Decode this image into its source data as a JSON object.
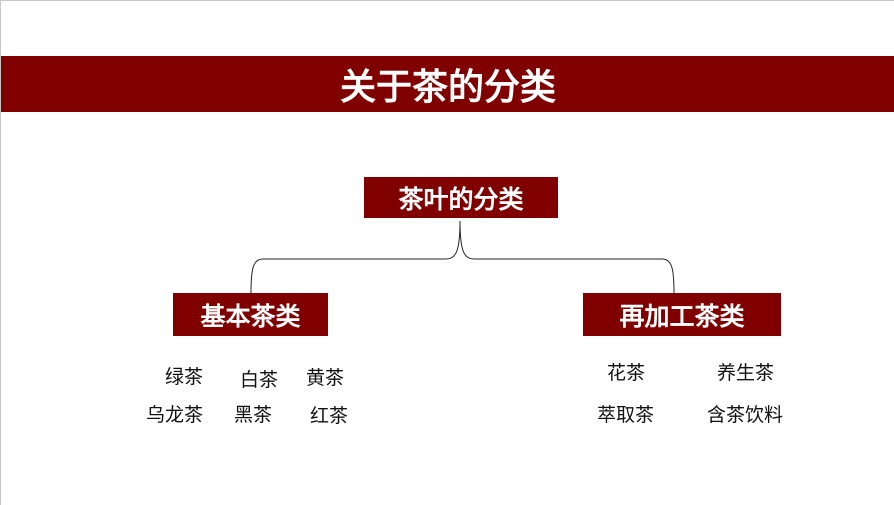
{
  "title": "关于茶的分类",
  "root": "茶叶的分类",
  "branches": [
    {
      "label": "基本茶类",
      "items": [
        "绿茶",
        "白茶",
        "黄茶",
        "乌龙茶",
        "黑茶",
        "红茶"
      ]
    },
    {
      "label": "再加工茶类",
      "items": [
        "花茶",
        "养生茶",
        "萃取茶",
        "含茶饮料"
      ]
    }
  ],
  "colors": {
    "accent": "#800000"
  }
}
